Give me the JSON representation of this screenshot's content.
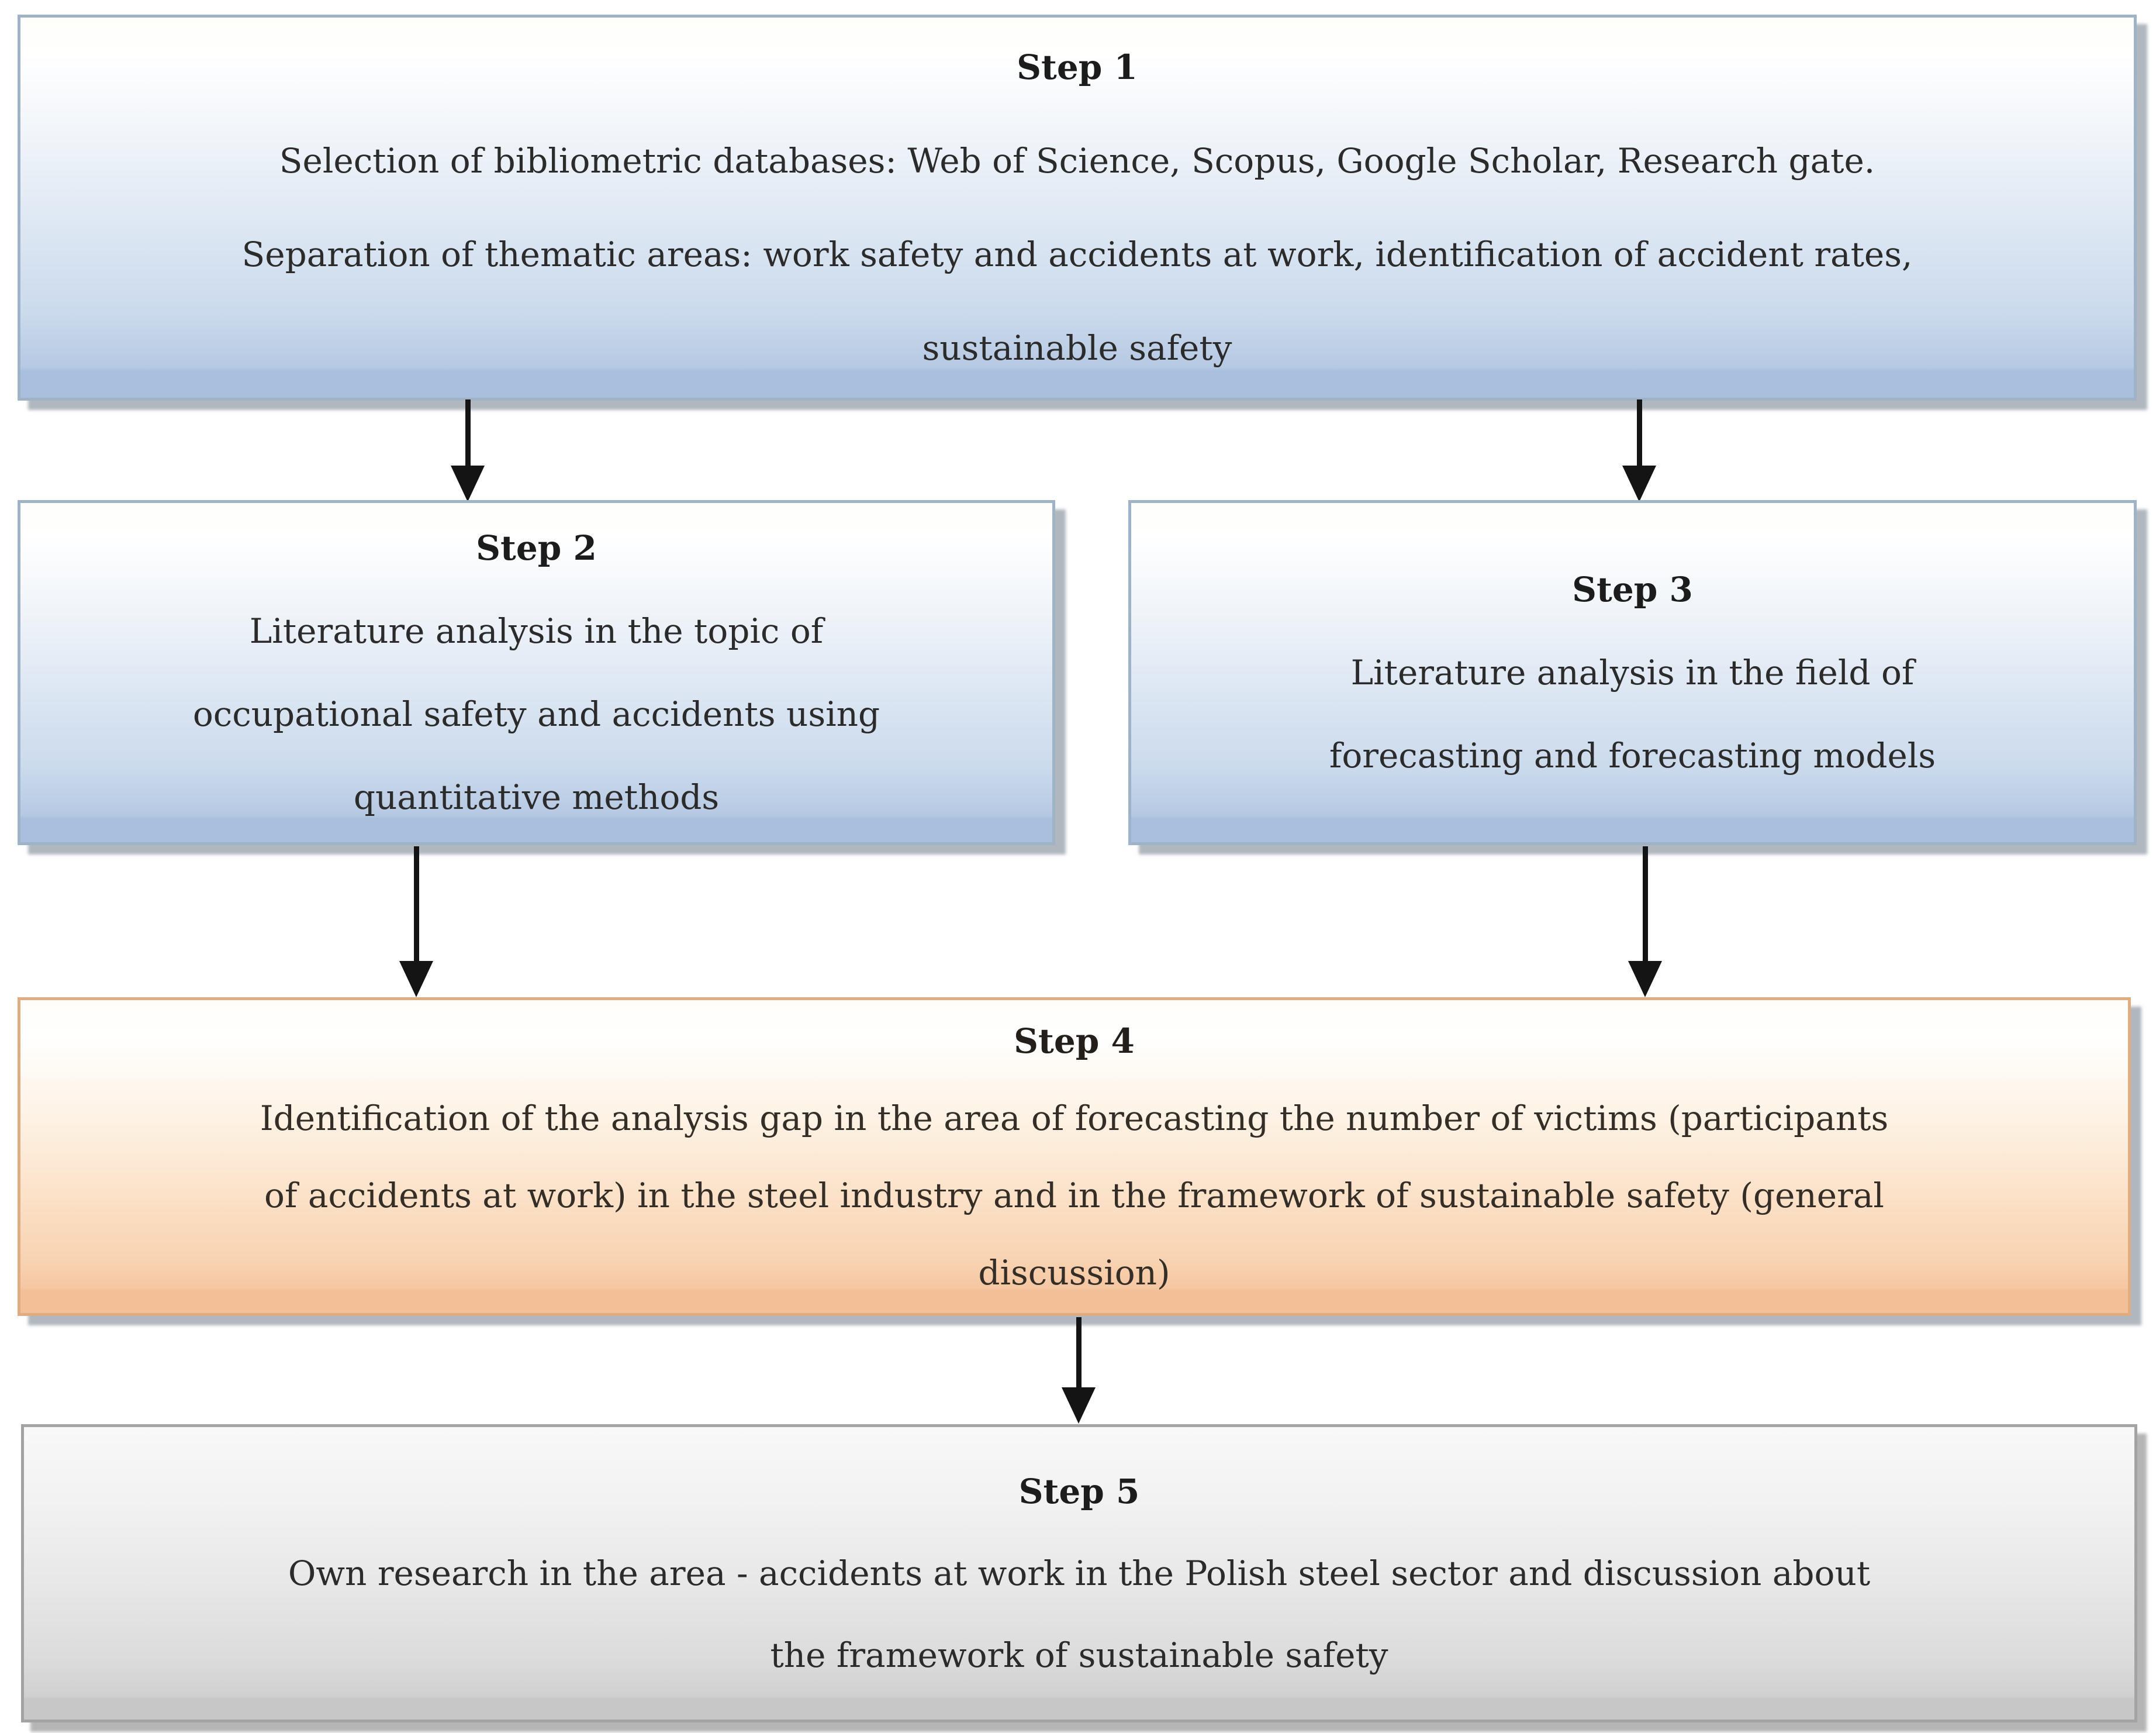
{
  "colors": {
    "blue_box_border": "#9fb3c8",
    "blue_box_gradient_top": "#ffffff",
    "blue_box_gradient_bottom": "#a8c0dd",
    "orange_box_border": "#e0ac81",
    "orange_box_gradient_top": "#ffffff",
    "orange_box_gradient_bottom": "#f2bf96",
    "gray_box_border": "#a3a3a3",
    "gray_box_gradient_top": "#f8f8f8",
    "gray_box_gradient_bottom": "#c7c7c7",
    "arrow_color": "#141414",
    "text_color": "#2b2b2b"
  },
  "flowchart": {
    "step1": {
      "title": "Step 1",
      "lines": [
        "Selection of bibliometric databases: Web of Science, Scopus, Google Scholar, Research gate.",
        "Separation of thematic areas: work safety and accidents at work, identification of accident rates,",
        "sustainable safety"
      ]
    },
    "step2": {
      "title": "Step 2",
      "lines": [
        "Literature analysis in the topic of",
        "occupational safety and accidents using",
        "quantitative methods"
      ]
    },
    "step3": {
      "title": "Step 3",
      "lines": [
        "Literature analysis in the field of",
        "forecasting and forecasting models"
      ]
    },
    "step4": {
      "title": "Step 4",
      "lines": [
        "Identification of the analysis gap in the area of forecasting the number of victims (participants",
        "of accidents at work) in the steel industry and in the framework of sustainable safety (general",
        "discussion)"
      ]
    },
    "step5": {
      "title": "Step 5",
      "lines": [
        "Own research in the area - accidents at work in the Polish steel sector and discussion about",
        "the framework of sustainable safety"
      ]
    }
  }
}
